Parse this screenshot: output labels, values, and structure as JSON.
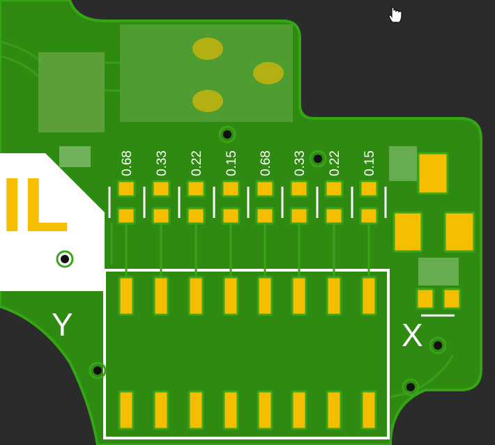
{
  "board": {
    "background_color": "#2b2b2b",
    "board_color": "#2f8a12",
    "board_edge_color": "#34a514",
    "pad_color": "#f6be00",
    "silkscreen_color": "#ffffff",
    "via_color": "#111111",
    "blurred_part_color": "#6fa84a"
  },
  "cursor": {
    "icon": "hand-pointer-icon"
  },
  "logo": {
    "text": "IL"
  },
  "axis_labels": {
    "y": "Y",
    "x": "X"
  },
  "resistor_values": [
    "0.68",
    "0.33",
    "0.22",
    "0.15",
    "0.68",
    "0.33",
    "0.22",
    "0.15"
  ]
}
